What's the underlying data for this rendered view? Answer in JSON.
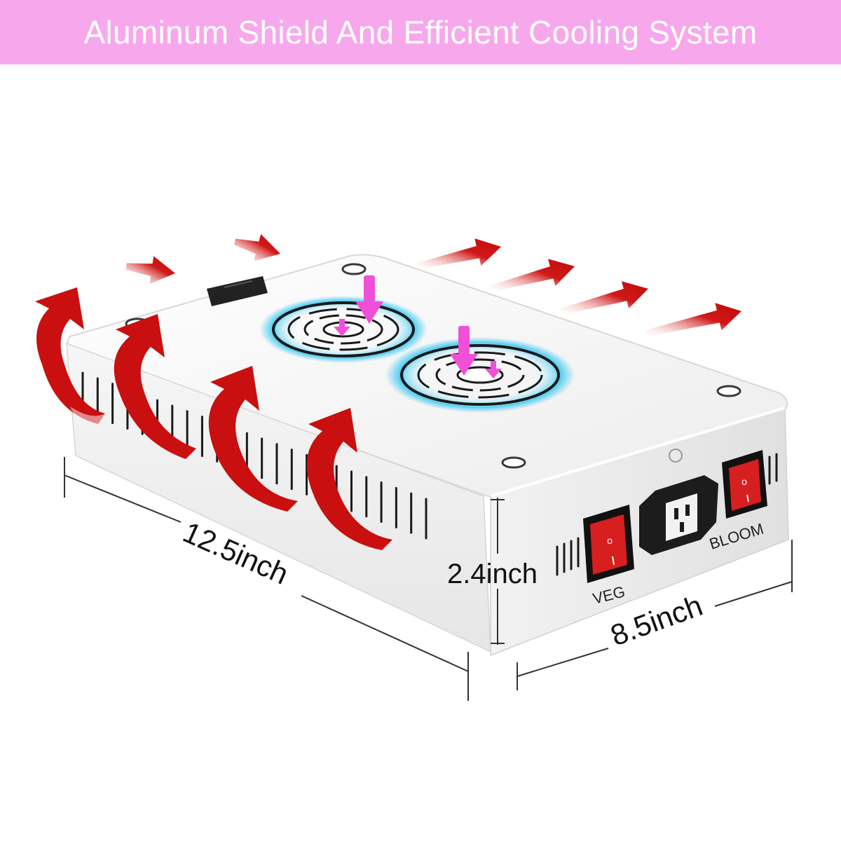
{
  "banner": {
    "title": "Aluminum Shield And Efficient Cooling System",
    "background": "#f7a8ec",
    "text_color": "#ffffff"
  },
  "dimensions": {
    "length": "12.5inch",
    "height": "2.4inch",
    "width": "8.5inch"
  },
  "switches": {
    "veg_label": "VEG",
    "bloom_label": "BLOOM",
    "color": "#d71f1f"
  },
  "colors": {
    "heat_arrow": "#c90f0f",
    "airflow_arrow": "#f050d8",
    "fan_glow": "#3cc8f0",
    "housing": "#f4f4f4"
  },
  "icons": [
    "heat-exhaust-arrow-icon",
    "airflow-intake-arrow-icon",
    "cooling-fan-icon",
    "power-socket-icon",
    "rocker-switch-icon"
  ]
}
